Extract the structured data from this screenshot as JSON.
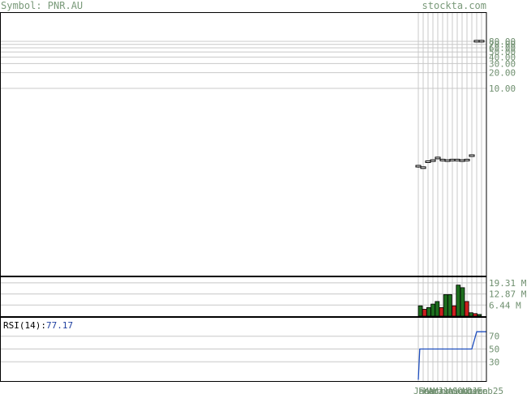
{
  "header": {
    "symbol_label": "Symbol: PNR.AU",
    "site": "stockta.com"
  },
  "colors": {
    "axis_text": "#6f8f6f",
    "grid": "#c8c8c8",
    "up_volume": "#1e6e1e",
    "down_volume": "#cc1f1f",
    "rsi_line": "#1f4fc0",
    "rsi_value_text": "#1f3fa0"
  },
  "chart_data": [
    {
      "type": "line",
      "panel": "price",
      "scale": "log",
      "y_ticks": [
        {
          "value": 80,
          "label": "80.00"
        },
        {
          "value": 70,
          "label": "70.00"
        },
        {
          "value": 60,
          "label": "60.00"
        },
        {
          "value": 50,
          "label": "50.00"
        },
        {
          "value": 40,
          "label": "40.00"
        },
        {
          "value": 30,
          "label": "30.00"
        },
        {
          "value": 20,
          "label": "20.00"
        },
        {
          "value": 10,
          "label": "10.00"
        }
      ],
      "x_ticks": [
        "Jan",
        "Feb",
        "Mar",
        "Apr",
        "May",
        "Jun",
        "Jul",
        "Aug",
        "Sep",
        "Oct",
        "Nov",
        "Dec",
        "Jan",
        "Feb25"
      ],
      "bars": [
        {
          "x": 0,
          "open": 0.32,
          "high": 0.32,
          "low": 0.3,
          "close": 0.31
        },
        {
          "x": 1,
          "open": 0.3,
          "high": 0.31,
          "low": 0.29,
          "close": 0.3
        },
        {
          "x": 2,
          "open": 0.39,
          "high": 0.4,
          "low": 0.38,
          "close": 0.39
        },
        {
          "x": 3,
          "open": 0.41,
          "high": 0.42,
          "low": 0.4,
          "close": 0.41
        },
        {
          "x": 4,
          "open": 0.45,
          "high": 0.46,
          "low": 0.45,
          "close": 0.46
        },
        {
          "x": 5,
          "open": 0.42,
          "high": 0.43,
          "low": 0.41,
          "close": 0.42
        },
        {
          "x": 6,
          "open": 0.41,
          "high": 0.42,
          "low": 0.41,
          "close": 0.41
        },
        {
          "x": 7,
          "open": 0.41,
          "high": 0.42,
          "low": 0.41,
          "close": 0.42
        },
        {
          "x": 8,
          "open": 0.42,
          "high": 0.42,
          "low": 0.41,
          "close": 0.42
        },
        {
          "x": 9,
          "open": 0.41,
          "high": 0.42,
          "low": 0.41,
          "close": 0.41
        },
        {
          "x": 10,
          "open": 0.42,
          "high": 0.42,
          "low": 0.41,
          "close": 0.42
        },
        {
          "x": 11,
          "open": 0.5,
          "high": 0.51,
          "low": 0.49,
          "close": 0.51
        },
        {
          "x": 12,
          "open": 80.5,
          "high": 81,
          "low": 80,
          "close": 80.5
        },
        {
          "x": 13,
          "open": 80.5,
          "high": 81,
          "low": 80,
          "close": 80.5
        }
      ]
    },
    {
      "type": "bar",
      "panel": "volume",
      "y_ticks": [
        {
          "value": 19.31,
          "label": "19.31 M"
        },
        {
          "value": 12.87,
          "label": "12.87 M"
        },
        {
          "value": 6.44,
          "label": "6.44 M"
        }
      ],
      "ylim": [
        0,
        23
      ],
      "values": [
        6.0,
        4.0,
        5.0,
        7.0,
        8.5,
        5.0,
        12.5,
        12.5,
        6.0,
        18.0,
        16.5,
        8.5,
        2.0,
        1.5,
        1.0
      ],
      "direction": [
        "up",
        "down",
        "up",
        "up",
        "up",
        "down",
        "up",
        "up",
        "down",
        "up",
        "up",
        "down",
        "up",
        "down",
        "up"
      ]
    },
    {
      "type": "line",
      "panel": "rsi",
      "label": "RSI(14):",
      "value_label": "77.17",
      "ylim": [
        0,
        100
      ],
      "y_ticks": [
        {
          "value": 70,
          "label": "70"
        },
        {
          "value": 50,
          "label": "50"
        },
        {
          "value": 30,
          "label": "30"
        }
      ],
      "x": [
        0,
        0.3,
        1,
        2,
        3,
        4,
        5,
        6,
        7,
        8,
        9,
        10,
        11,
        12,
        13,
        14
      ],
      "values": [
        2,
        50,
        50,
        50,
        50,
        50,
        50,
        50,
        50,
        50,
        50,
        50,
        50,
        77,
        77,
        77
      ]
    }
  ]
}
